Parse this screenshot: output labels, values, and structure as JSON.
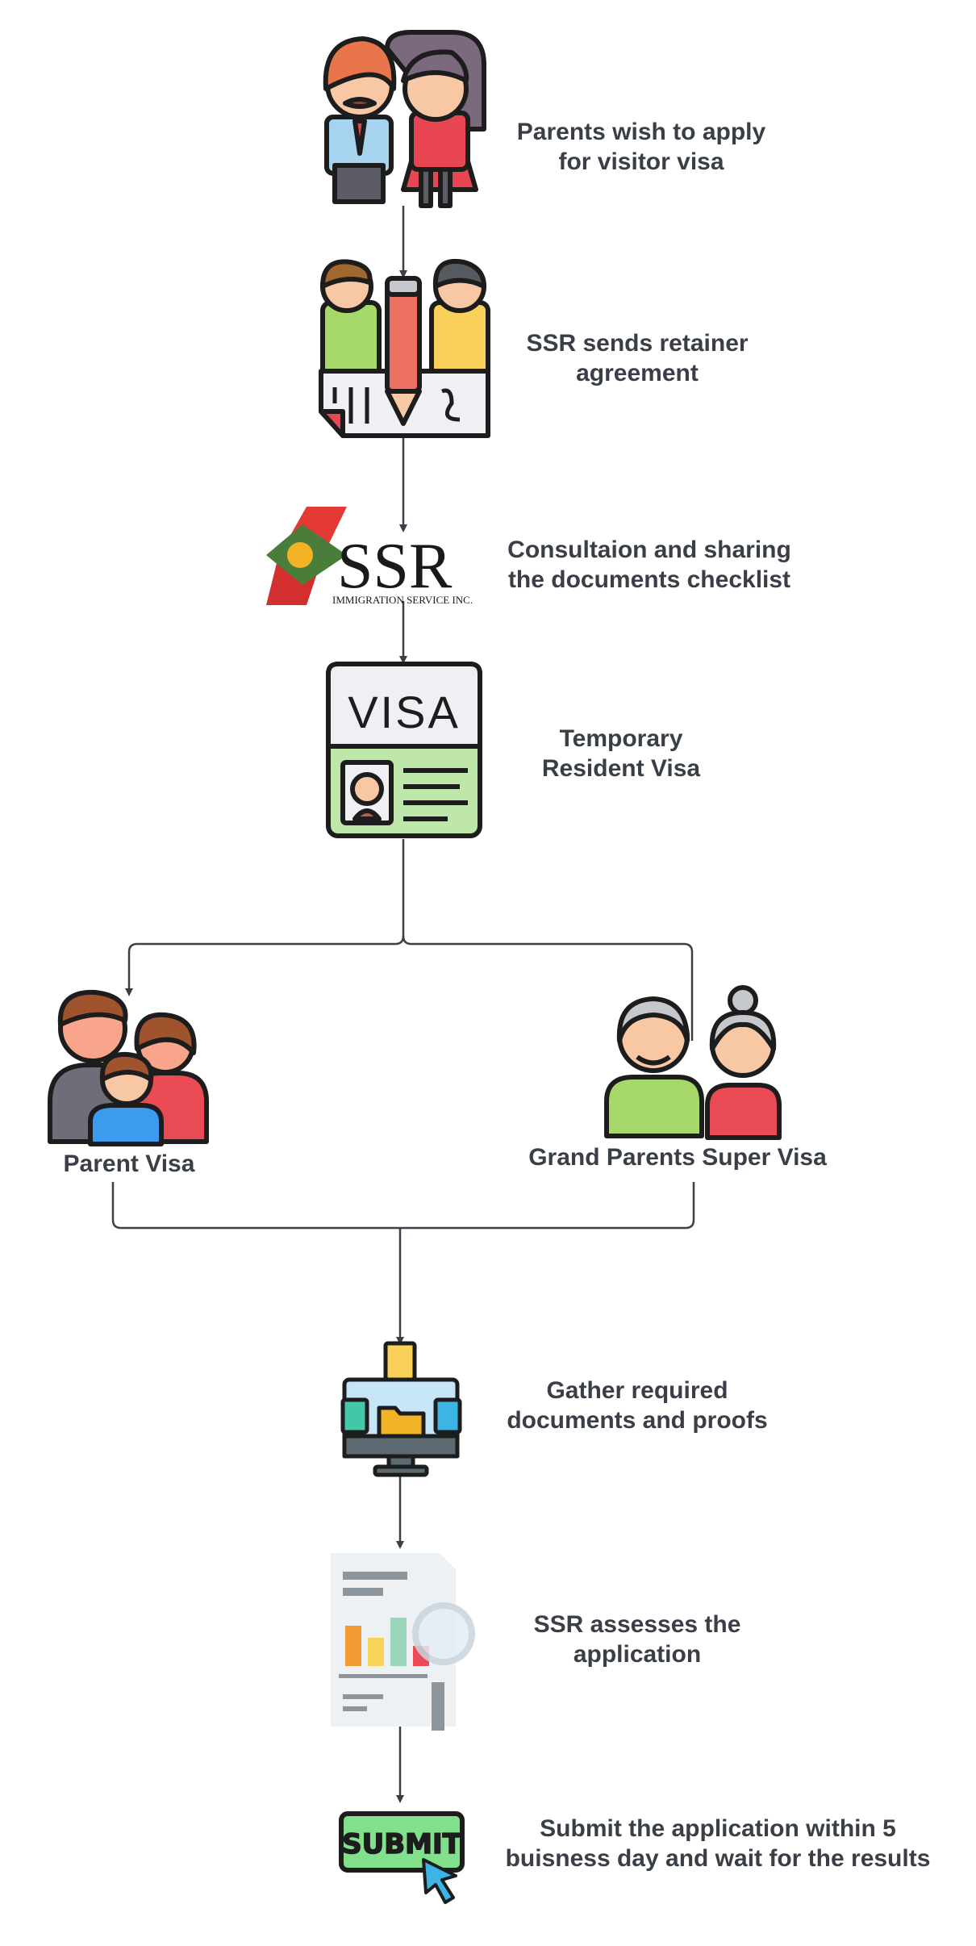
{
  "steps": {
    "parents_apply": "Parents wish to apply\nfor visitor visa",
    "retainer": "SSR sends retainer\nagreement",
    "consultation": "Consultaion and sharing\nthe documents checklist",
    "trv": "Temporary\nResident Visa",
    "parent_visa": "Parent Visa",
    "super_visa": "Grand Parents Super Visa",
    "gather": "Gather required\ndocuments and proofs",
    "assess": "SSR assesses the\napplication",
    "submit": "Submit the application within 5\nbuisness day and wait for the results"
  },
  "logo": {
    "brand": "SSR",
    "sub": "IMMIGRATION SERVICE INC."
  },
  "visa_card": {
    "text": "VISA"
  },
  "submit_button": {
    "text": "SUBMIT"
  },
  "icons": {
    "couple": "parents-couple-icon",
    "agreement": "agreement-signing-icon",
    "logo": "ssr-logo",
    "visa": "visa-card-icon",
    "family": "family-icon",
    "grandparents": "grandparents-icon",
    "documents": "documents-computer-icon",
    "report": "report-magnifier-icon",
    "submit": "submit-button-icon"
  },
  "colors": {
    "text": "#3a3f47",
    "connector": "#3b4048"
  }
}
